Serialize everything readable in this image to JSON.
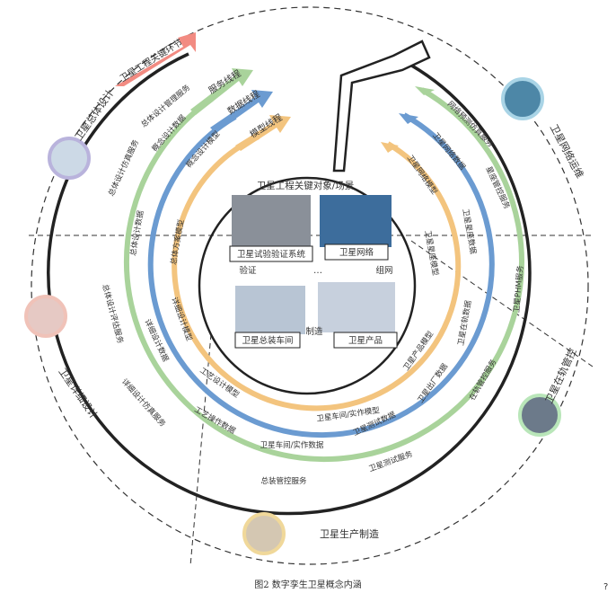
{
  "quadrants": {
    "design": "卫星总体设计",
    "detail": "卫星详细设计",
    "production": "卫星生产制造",
    "onorbit": "卫星在轨管控",
    "network": "卫星网络运维"
  },
  "top_arrow": "卫星工程关键环节",
  "threads": {
    "service": "服务线程",
    "data": "数据线程",
    "model": "模型线程"
  },
  "center": {
    "title": "卫星工程关键对象/场景",
    "boxes": [
      "卫星试验验证系统",
      "卫星网络",
      "卫星总装车间",
      "卫星产品"
    ],
    "ellipsis": "…",
    "relations": [
      "验证",
      "组网",
      "制造"
    ]
  },
  "model_ring": [
    "概念设计模型",
    "总体方案模型",
    "详细设计模型",
    "工艺设计模型",
    "卫星车间/实作模型",
    "卫星产品模型",
    "卫星星座模型",
    "卫星网络模型"
  ],
  "data_ring": [
    "概念设计数据",
    "总体设计数据",
    "详细设计数据",
    "工艺操作数据",
    "卫星车间/实作数据",
    "卫星测试数据",
    "卫星出厂数据",
    "卫星在轨数据",
    "卫星星座数据",
    "卫星网络数据"
  ],
  "service_ring": [
    "总体设计管理服务",
    "总体设计仿真服务",
    "总体设计评估服务",
    "详细设计仿真服务",
    "总装管控服务",
    "卫星测试服务",
    "在轨管控服务",
    "卫星PHM服务",
    "星座管控服务",
    "网络预测仿真服务"
  ],
  "caption": "图2   数字孪生卫星概念内涵",
  "corner_mark": "?",
  "colors": {
    "service": "#a9d39b",
    "data": "#6b9bd1",
    "model": "#f3c47e",
    "design_arrow": "#f28b82",
    "ring": "#222222",
    "dash": "#333333"
  }
}
